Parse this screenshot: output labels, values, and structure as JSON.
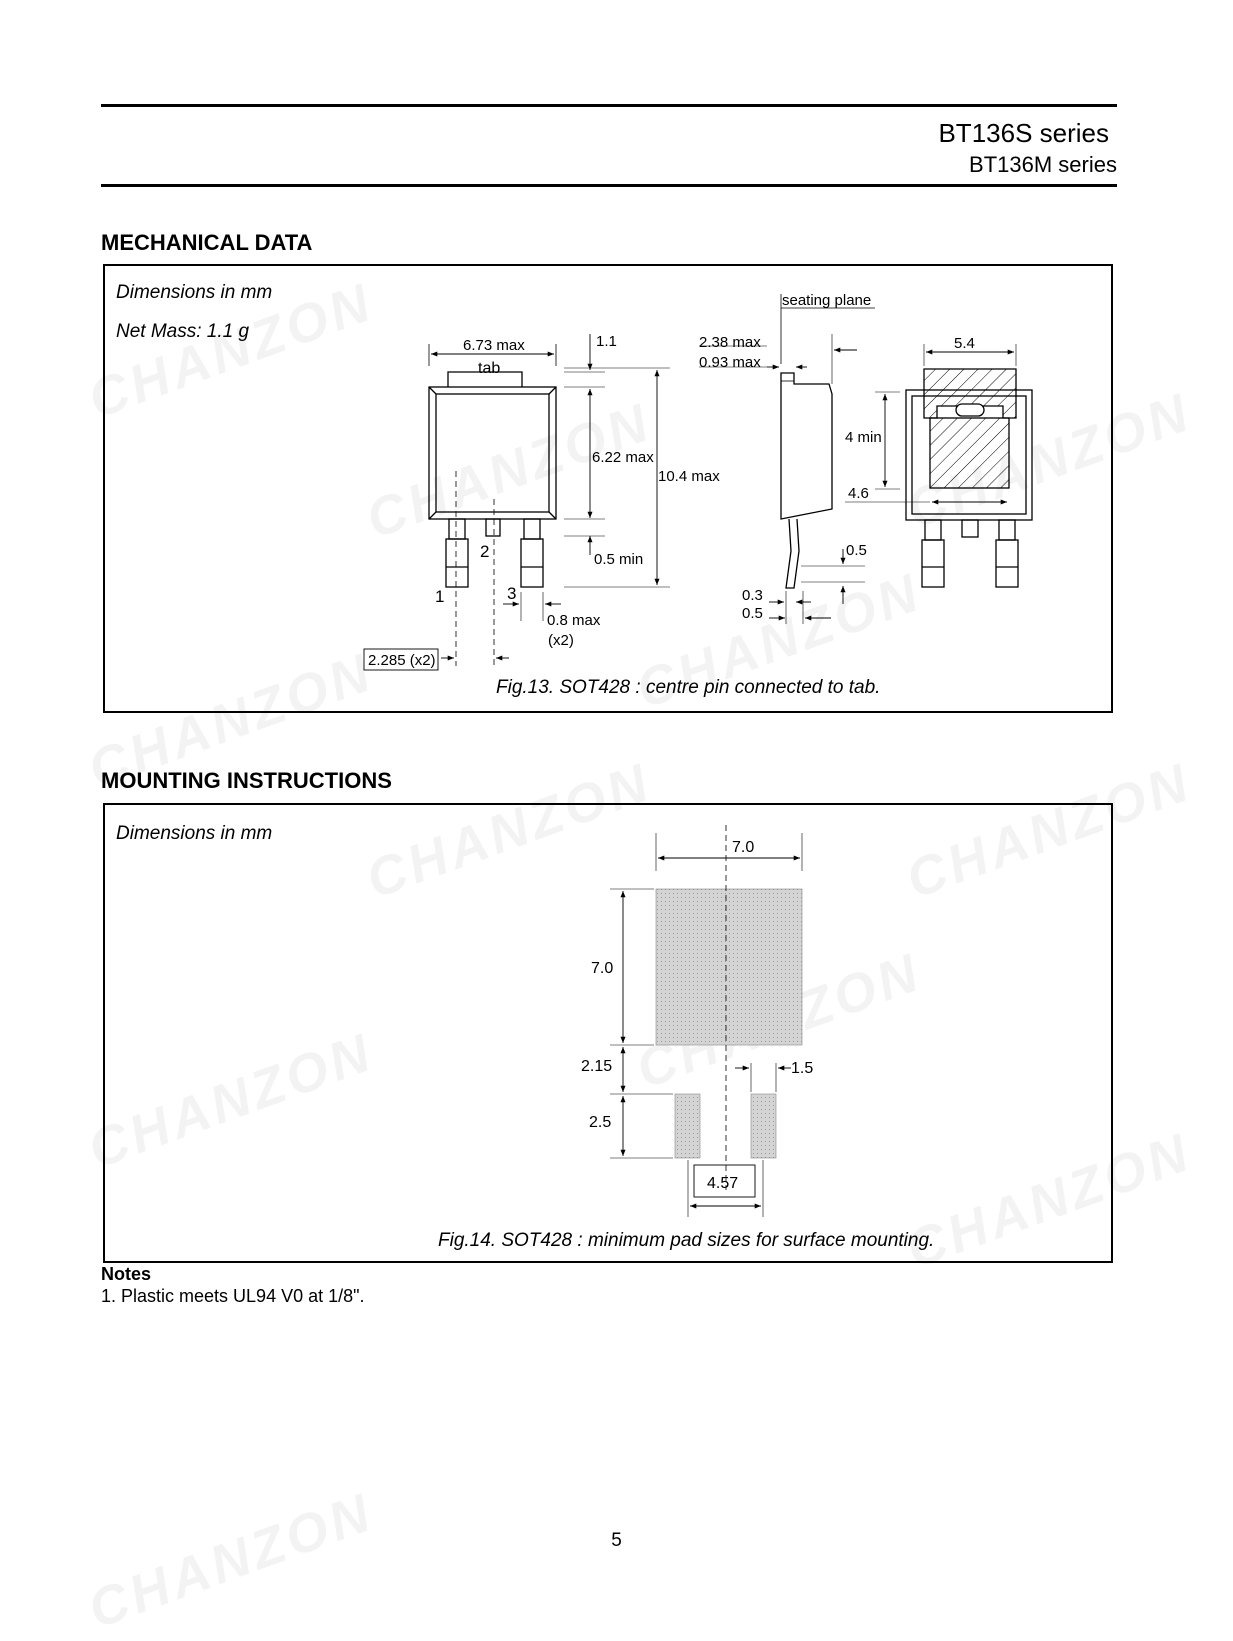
{
  "header": {
    "line1": "BT136S series",
    "line2": "BT136M series"
  },
  "mechanical": {
    "heading": "MECHANICAL DATA",
    "dims_note": "Dimensions in mm",
    "mass_note": "Net Mass: 1.1 g",
    "caption": "Fig.13.  SOT428 : centre pin connected to tab.",
    "labels": {
      "w673": "6.73 max",
      "tab": "tab",
      "d11": "1.1",
      "d622": "6.22 max",
      "d104": "10.4 max",
      "d05min": "0.5 min",
      "pin1": "1",
      "pin2": "2",
      "pin3": "3",
      "d08": "0.8 max",
      "x2": "(x2)",
      "d2285": "2.285 (x2)",
      "seating": "seating plane",
      "d238": "2.38 max",
      "d093": "0.93 max",
      "d4min": "4 min",
      "d46": "4.6",
      "d05": "0.5",
      "d03": "0.3",
      "d05b": "0.5",
      "d54": "5.4"
    }
  },
  "mounting": {
    "heading": "MOUNTING INSTRUCTIONS",
    "dims_note": "Dimensions in mm",
    "caption": "Fig.14.  SOT428 : minimum pad sizes for surface mounting.",
    "labels": {
      "w70": "7.0",
      "h70": "7.0",
      "d215": "2.15",
      "d15": "1.5",
      "d25": "2.5",
      "d457": "4.57"
    }
  },
  "notes": {
    "heading": "Notes",
    "item1": "1. Plastic meets UL94 V0 at 1/8\"."
  },
  "page_number": "5",
  "watermark": "CHANZON"
}
